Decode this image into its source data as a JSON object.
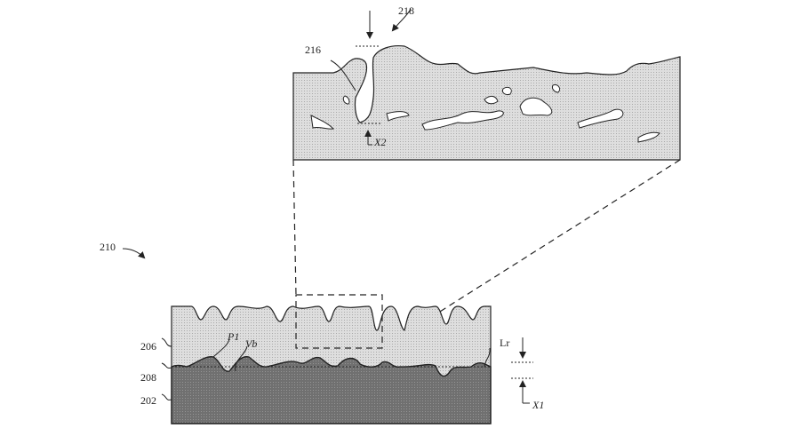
{
  "figure": {
    "labels": {
      "assembly": "210",
      "top_layer": "206",
      "interface_layer": "208",
      "substrate": "202",
      "peak": "P1",
      "valley": "Vb",
      "roughness_line": "Lr",
      "thickness_lower": "X1",
      "pore": "216",
      "surface": "218",
      "thickness_upper": "X2"
    },
    "colors": {
      "light_layer": "#d9d9d9",
      "dark_layer": "#6e6e6e",
      "line": "#222222"
    }
  }
}
